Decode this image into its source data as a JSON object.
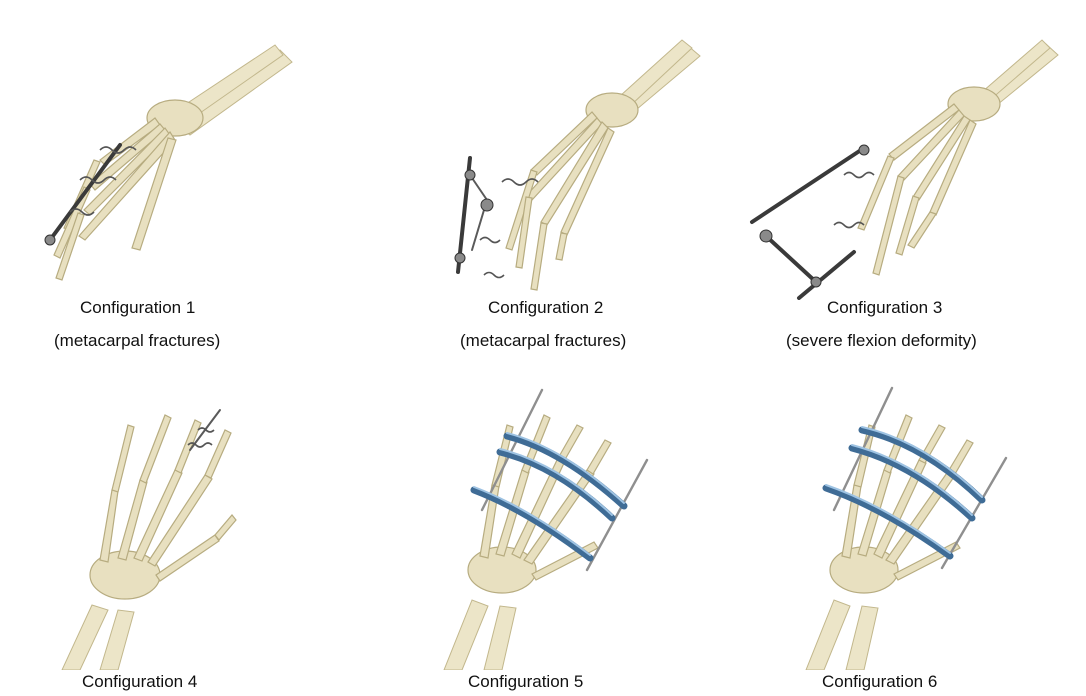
{
  "panels": [
    {
      "caption": "Configuration 1",
      "subcaption": "(metacarpal fractures)"
    },
    {
      "caption": "Configuration 2",
      "subcaption": "(metacarpal fractures)"
    },
    {
      "caption": "Configuration 3",
      "subcaption": "(severe flexion deformity)"
    },
    {
      "caption": "Configuration 4",
      "subcaption": ""
    },
    {
      "caption": "Configuration 5",
      "subcaption": ""
    },
    {
      "caption": "Configuration 6",
      "subcaption": ""
    }
  ],
  "colors": {
    "bone": "#e8e0c0",
    "hardware": "#3a3a3a",
    "ring": "#3f6c96"
  }
}
